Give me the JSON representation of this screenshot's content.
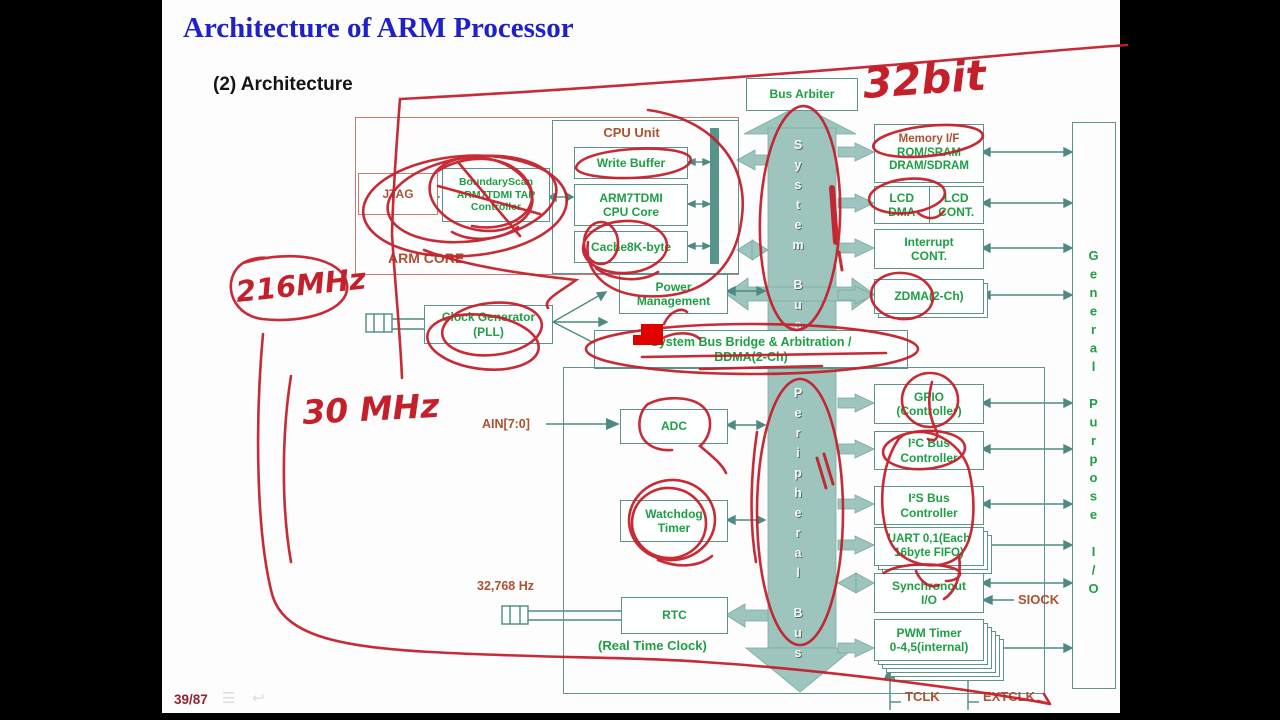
{
  "page": {
    "title": "Architecture of ARM Processor",
    "subtitle": "(2) Architecture",
    "page_indicator": "39/87"
  },
  "pen_annotations": {
    "bus_width_note": "32bit",
    "core_clock_note": "216MHz",
    "bus_clock_note": "30 MHz"
  },
  "diagram": {
    "arm_core_label": "ARM CORE",
    "jtag": "JTAG",
    "boundary_scan": [
      "BoundaryScan",
      "ARM7TDMI TAP",
      "Controller"
    ],
    "cpu_unit_title": "CPU Unit",
    "write_buffer": "Write Buffer",
    "cpu_core": [
      "ARM7TDMI",
      "CPU Core"
    ],
    "cache": "Cache8K-byte",
    "bus_arbiter": "Bus Arbiter",
    "system_bus": "System Bus",
    "peripheral_bus": "Peripheral Bus",
    "memory_if": [
      "Memory I/F",
      "ROM/SRAM",
      "DRAM/SDRAM"
    ],
    "lcd_dma": [
      "LCD",
      "DMA"
    ],
    "lcd_cont": [
      "LCD",
      "CONT."
    ],
    "interrupt": [
      "Interrupt",
      "CONT."
    ],
    "zdma": "ZDMA(2-Ch)",
    "power_mgmt": [
      "Power",
      "Management"
    ],
    "clock_gen": [
      "Clock Generator",
      "(PLL)"
    ],
    "bridge": [
      "System Bus Bridge & Arbitration /",
      "BDMA(2-Ch)"
    ],
    "ain_label": "AIN[7:0]",
    "adc": "ADC",
    "watchdog": [
      "Watchdog",
      "Timer"
    ],
    "rtc": "RTC",
    "rtc_caption": "(Real Time Clock)",
    "rtc_freq": "32,768 Hz",
    "gpio": [
      "GPIO",
      "(Controller)"
    ],
    "i2c": [
      "I²C Bus",
      "Controller"
    ],
    "i2s": [
      "I²S Bus",
      "Controller"
    ],
    "uart": [
      "UART 0,1(Each",
      "16byte FIFO)"
    ],
    "sync_io": [
      "Synchronout",
      "I/O"
    ],
    "siock": "SIOCK",
    "pwm": [
      "PWM Timer",
      "0-4,5(internal)"
    ],
    "tclk": "TCLK",
    "extclk": "EXTCLK",
    "gp_io_bar": "General Purpose I/O"
  },
  "icons": {
    "pages_icon": "☰",
    "pointer_icon": "↩"
  },
  "colors": {
    "title_blue": "#2020c8",
    "label_green": "#1f9e45",
    "label_brown": "#ad5130",
    "box_border_teal": "#5d938b",
    "bus_fill_teal": "#9ec5bd",
    "pen_red": "#c4202c",
    "laser_red": "#e10000",
    "page_maroon": "#8f2433",
    "background_black": "#000000"
  }
}
